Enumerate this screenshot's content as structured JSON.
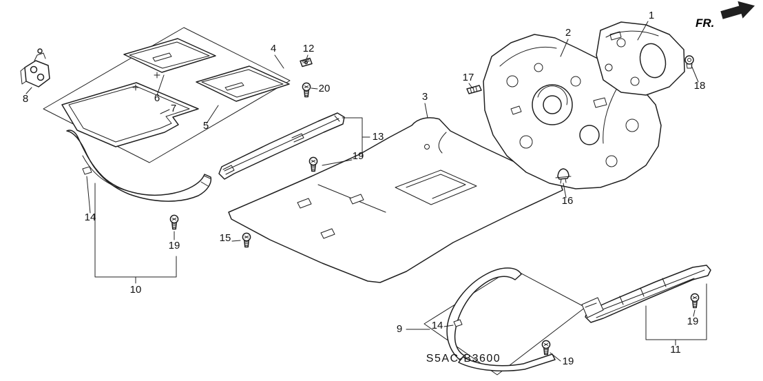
{
  "diagram": {
    "code": "S5AC-B3600",
    "direction_label": "FR."
  },
  "colors": {
    "line": "#1f1f1f",
    "background": "#ffffff"
  },
  "callouts": [
    {
      "label": "1"
    },
    {
      "label": "2"
    },
    {
      "label": "3"
    },
    {
      "label": "4"
    },
    {
      "label": "5"
    },
    {
      "label": "6"
    },
    {
      "label": "7"
    },
    {
      "label": "8"
    },
    {
      "label": "9"
    },
    {
      "label": "10"
    },
    {
      "label": "11"
    },
    {
      "label": "12"
    },
    {
      "label": "13"
    },
    {
      "label": "14"
    },
    {
      "label": "14"
    },
    {
      "label": "15"
    },
    {
      "label": "16"
    },
    {
      "label": "17"
    },
    {
      "label": "18"
    },
    {
      "label": "19"
    },
    {
      "label": "19"
    },
    {
      "label": "19"
    },
    {
      "label": "19"
    },
    {
      "label": "20"
    }
  ]
}
